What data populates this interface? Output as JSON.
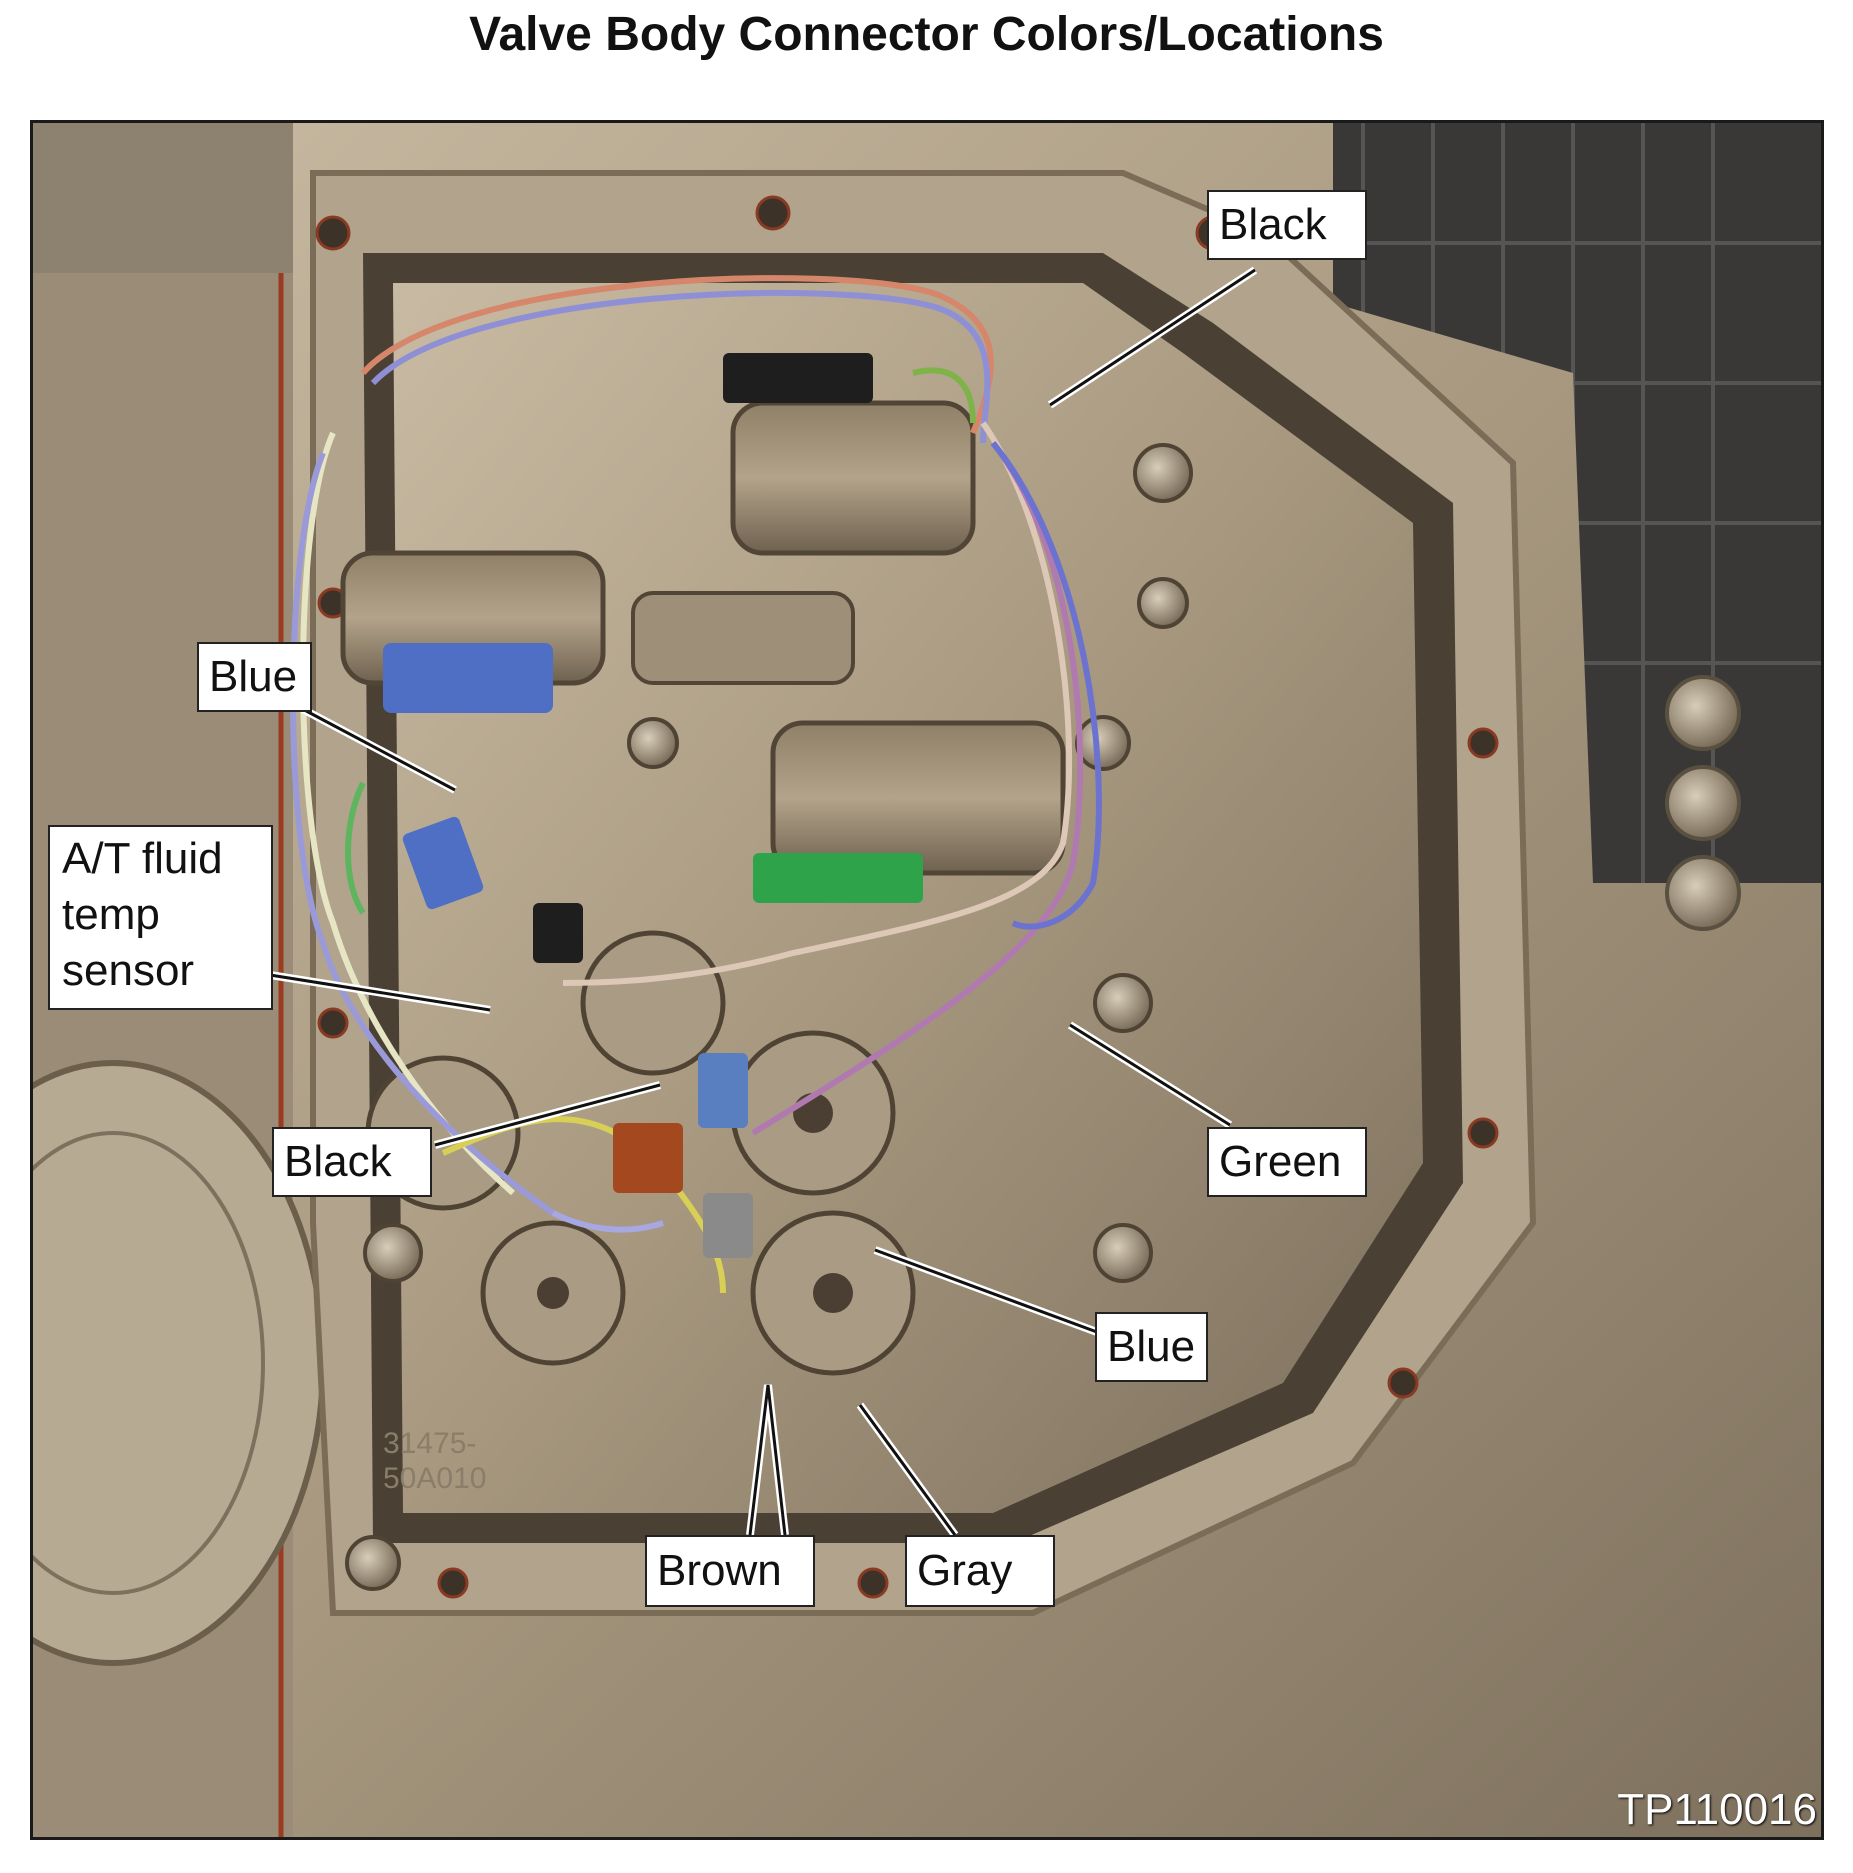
{
  "title": "Valve Body Connector Colors/Locations",
  "figure_id": "TP110016",
  "callouts": {
    "black_top": "Black",
    "blue_left": "Blue",
    "fluid_temp_line1": "A/T fluid",
    "fluid_temp_line2": "temp",
    "fluid_temp_line3": "sensor",
    "black_lower": "Black",
    "green": "Green",
    "blue_lower": "Blue",
    "brown": "Brown",
    "gray": "Gray"
  },
  "colors": {
    "connector_black": "#1e1e1e",
    "connector_blue": "#4f6fc4",
    "connector_green": "#2fa34a",
    "connector_brown": "#a3481f",
    "connector_gray": "#8a8a8a",
    "metal": "#a89a84",
    "background_dark": "#3b3b3b"
  }
}
